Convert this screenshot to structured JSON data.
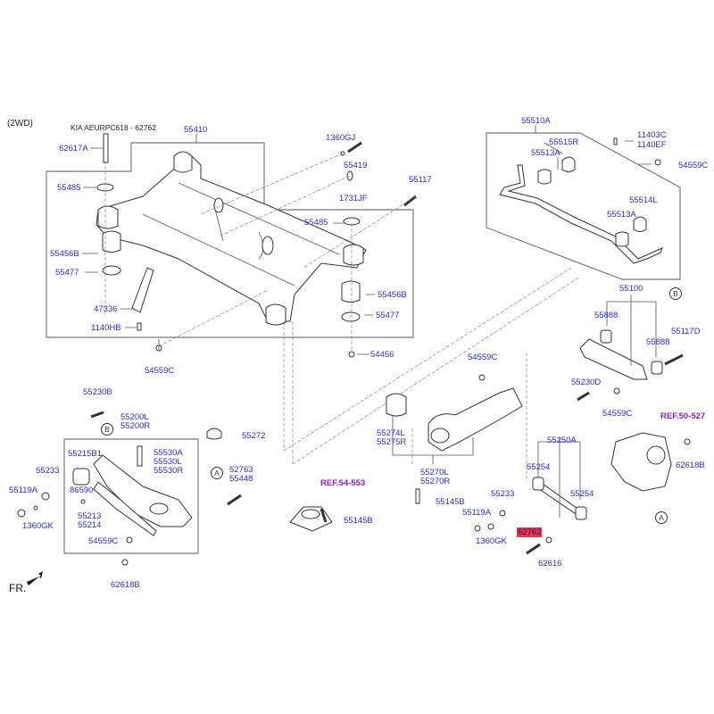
{
  "diagram": {
    "variant_label": "(2WD)",
    "header_note": "KIA AEURPC618 - 62762",
    "direction_label": "FR.",
    "accent_colors": {
      "part_label": "#2a2ae8",
      "reference_label": "#8a1fd0",
      "highlight": "#e8354a"
    },
    "highlighted_part": "62762",
    "circle_markers": {
      "A": "A",
      "B": "B"
    },
    "labels": {
      "p55410": "55410",
      "p62617A": "62617A",
      "p55485_a": "55485",
      "p55456B_a": "55456B",
      "p55477_a": "55477",
      "p47336": "47336",
      "p1140HB": "1140HB",
      "p54559C_a": "54559C",
      "p1360GJ": "1360GJ",
      "p55419": "55419",
      "p1731JF": "1731JF",
      "p55117": "55117",
      "p55485_b": "55485",
      "p55456B_b": "55456B",
      "p55477_b": "55477",
      "p54456": "54456",
      "p55510A": "55510A",
      "p55515R": "55515R",
      "p55513A_a": "55513A",
      "p11403C": "11403C",
      "p1140EF": "1140EF",
      "p54559C_b": "54559C",
      "p55514L": "55514L",
      "p55513A_b": "55513A",
      "p55100": "55100",
      "p55888_a": "55888",
      "p55888_b": "55888",
      "p55117D": "55117D",
      "p55230D": "55230D",
      "p54559C_c": "54559C",
      "ref50527": "REF.50-527",
      "p62618B_a": "62618B",
      "p54559C_d": "54559C",
      "p55274L": "55274L",
      "p55275R": "55275R",
      "p55270L": "55270L",
      "p55270R": "55270R",
      "p55145B_a": "55145B",
      "ref54553": "REF.54-553",
      "p55145B_b": "55145B",
      "p55250A": "55250A",
      "p55254_a": "55254",
      "p55254_b": "55254",
      "p55233_b": "55233",
      "p55119A_b": "55119A",
      "p1360GK_b": "1360GK",
      "p62762": "62762",
      "p62616": "62616",
      "p55230B": "55230B",
      "p55200L": "55200L",
      "p55200R": "55200R",
      "p55272": "55272",
      "p55215B1": "55215B1",
      "p55530A": "55530A",
      "p55530L": "55530L",
      "p55530R": "55530R",
      "p52763": "52763",
      "p55448": "55448",
      "p55233_a": "55233",
      "p55119A_a": "55119A",
      "p86590": "86590",
      "p1360GK_a": "1360GK",
      "p55213": "55213",
      "p55214": "55214",
      "p54559C_e": "54559C",
      "p62618B_b": "62618B"
    }
  }
}
